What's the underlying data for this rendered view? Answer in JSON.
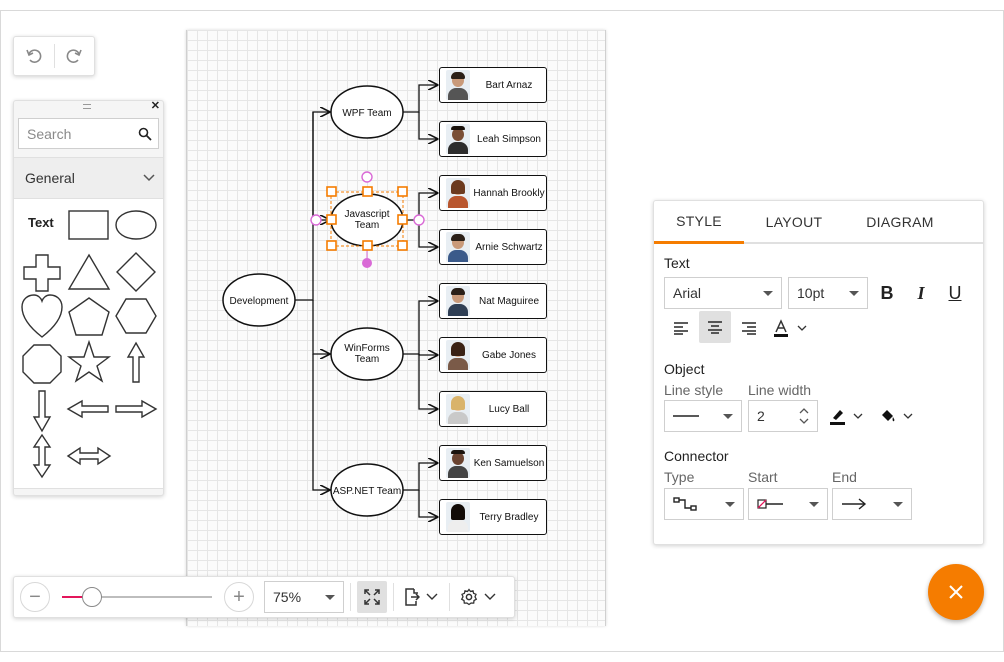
{
  "colors": {
    "accent": "#f57c00",
    "slider_fill": "#e3165b",
    "selection_handle": "#f57c00",
    "pin": "#d96ad6"
  },
  "history": {
    "undo_icon": "undo-icon",
    "redo_icon": "redo-icon"
  },
  "palette": {
    "search_placeholder": "Search",
    "group_label": "General",
    "text_shape_label": "Text"
  },
  "diagram": {
    "root": "Development",
    "teams": [
      {
        "label": "WPF Team",
        "members": [
          "Bart Arnaz",
          "Leah Simpson"
        ]
      },
      {
        "label_lines": [
          "Javascript",
          "Team"
        ],
        "members": [
          "Hannah Brookly",
          "Arnie Schwartz"
        ]
      },
      {
        "label_lines": [
          "WinForms",
          "Team"
        ],
        "members": [
          "Nat Maguiree",
          "Gabe Jones",
          "Lucy Ball"
        ]
      },
      {
        "label": "ASP.NET Team",
        "members": [
          "Ken Samuelson",
          "Terry Bradley"
        ]
      }
    ]
  },
  "zoom": {
    "level_label": "75%",
    "slider_fraction": 0.2
  },
  "properties": {
    "tabs": [
      "STYLE",
      "LAYOUT",
      "DIAGRAM"
    ],
    "active_tab": "STYLE",
    "text": {
      "title": "Text",
      "font_family": "Arial",
      "font_size": "10pt",
      "bold": "B",
      "italic": "I",
      "underline": "U"
    },
    "object": {
      "title": "Object",
      "line_style_label": "Line style",
      "line_width_label": "Line width",
      "line_width_value": "2"
    },
    "connector": {
      "title": "Connector",
      "type_label": "Type",
      "start_label": "Start",
      "end_label": "End"
    }
  }
}
